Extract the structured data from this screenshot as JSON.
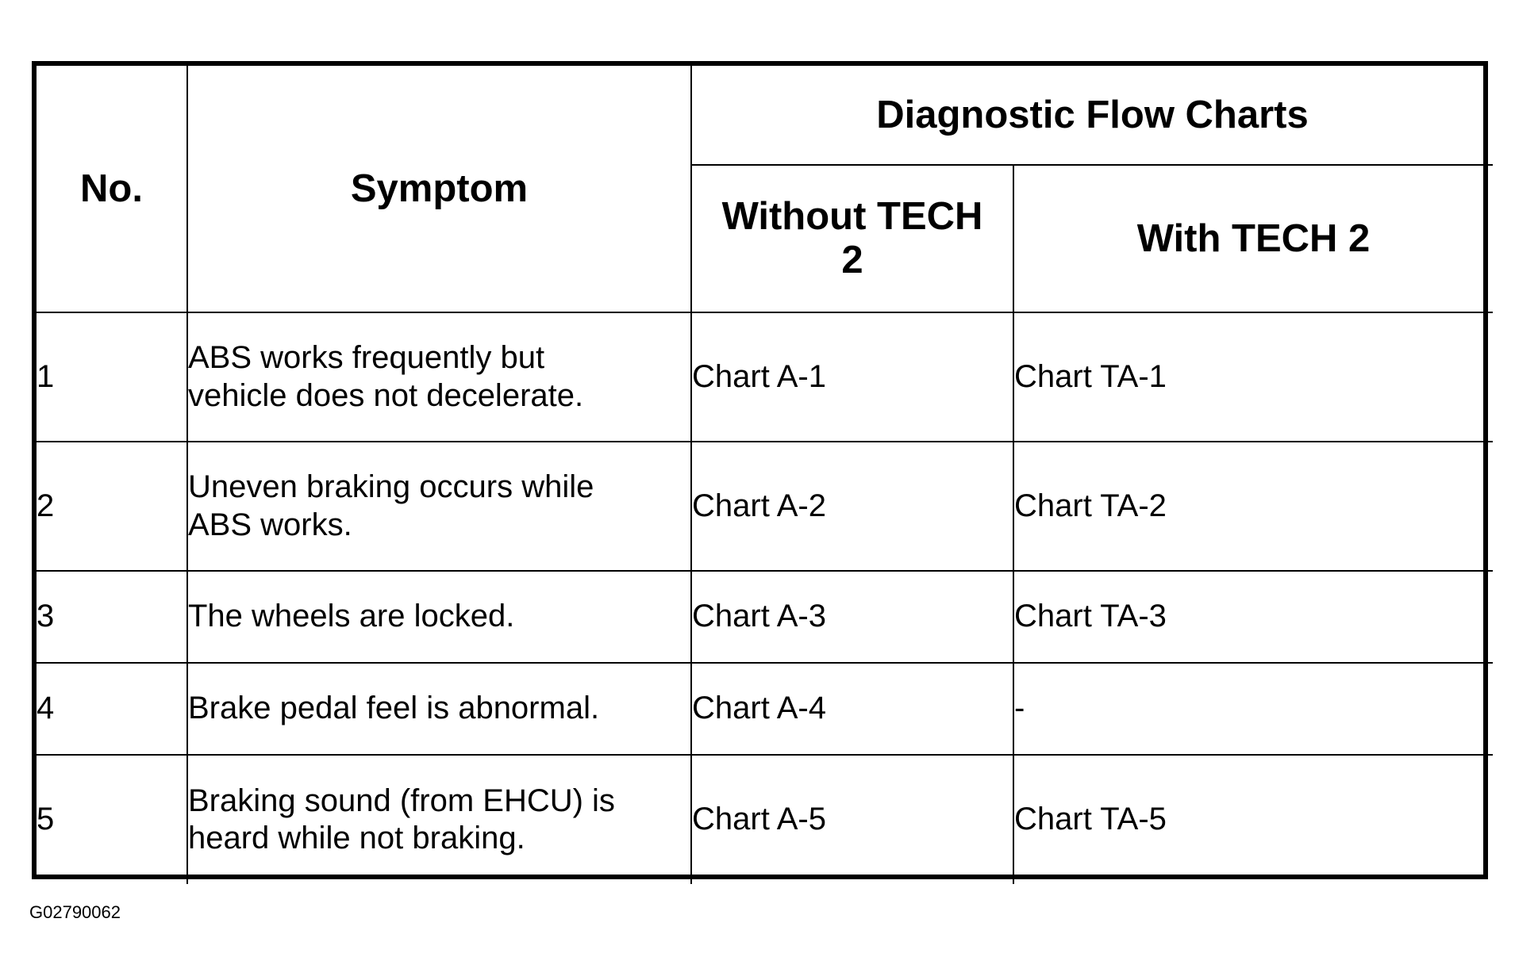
{
  "table": {
    "headers": {
      "no": "No.",
      "symptom": "Symptom",
      "group": "Diagnostic Flow Charts",
      "without": "Without TECH 2",
      "with": "With TECH 2"
    },
    "rows": [
      {
        "no": "1",
        "symptom_lines": [
          "ABS works frequently but",
          "vehicle does not decelerate."
        ],
        "without": "Chart A-1",
        "with": "Chart TA-1"
      },
      {
        "no": "2",
        "symptom_lines": [
          "Uneven braking occurs while",
          "ABS works."
        ],
        "without": "Chart A-2",
        "with": "Chart TA-2"
      },
      {
        "no": "3",
        "symptom_lines": [
          "The wheels are locked."
        ],
        "without": "Chart A-3",
        "with": "Chart TA-3"
      },
      {
        "no": "4",
        "symptom_lines": [
          "Brake pedal feel is abnormal."
        ],
        "without": "Chart A-4",
        "with": "-"
      },
      {
        "no": "5",
        "symptom_lines": [
          "Braking sound (from EHCU) is",
          "heard while not braking."
        ],
        "without": "Chart A-5",
        "with": "Chart TA-5"
      }
    ]
  },
  "figure_id": "G02790062"
}
